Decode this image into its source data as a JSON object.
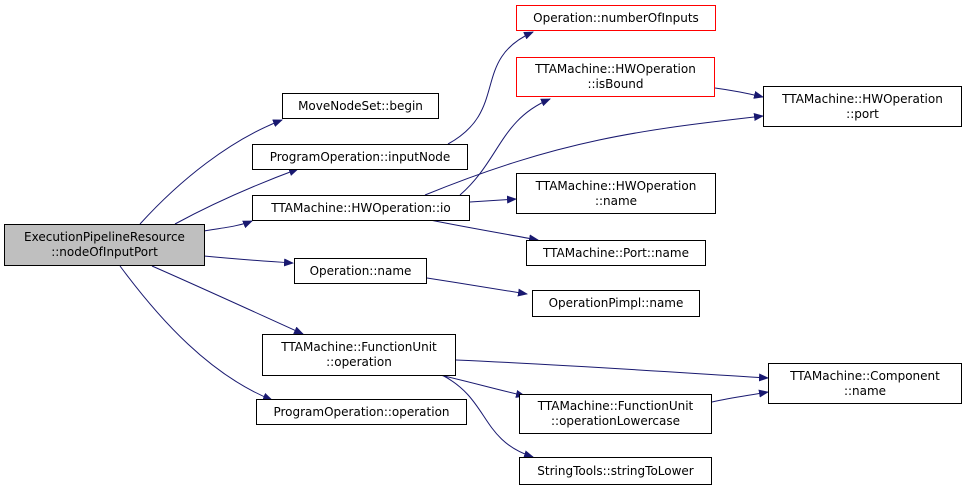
{
  "colors": {
    "edge": "#191970",
    "root_fill": "#bfbfbf",
    "node_border": "#000000",
    "highlight_border": "#ff0000"
  },
  "nodes": {
    "root": {
      "line1": "ExecutionPipelineResource",
      "line2": "::nodeOfInputPort"
    },
    "movenodeset_begin": {
      "line1": "MoveNodeSet::begin"
    },
    "programoperation_inputnode": {
      "line1": "ProgramOperation::inputNode"
    },
    "hwoperation_io": {
      "line1": "TTAMachine::HWOperation::io"
    },
    "operation_name": {
      "line1": "Operation::name"
    },
    "functionunit_operation": {
      "line1": "TTAMachine::FunctionUnit",
      "line2": "::operation"
    },
    "programoperation_operation": {
      "line1": "ProgramOperation::operation"
    },
    "operation_numberofinputs": {
      "line1": "Operation::numberOfInputs"
    },
    "hwoperation_isbound": {
      "line1": "TTAMachine::HWOperation",
      "line2": "::isBound"
    },
    "hwoperation_port": {
      "line1": "TTAMachine::HWOperation",
      "line2": "::port"
    },
    "hwoperation_name": {
      "line1": "TTAMachine::HWOperation",
      "line2": "::name"
    },
    "port_name": {
      "line1": "TTAMachine::Port::name"
    },
    "operationpimpl_name": {
      "line1": "OperationPimpl::name"
    },
    "component_name": {
      "line1": "TTAMachine::Component",
      "line2": "::name"
    },
    "functionunit_operationlowercase": {
      "line1": "TTAMachine::FunctionUnit",
      "line2": "::operationLowercase"
    },
    "stringtools_stringtolower": {
      "line1": "StringTools::stringToLower"
    }
  }
}
